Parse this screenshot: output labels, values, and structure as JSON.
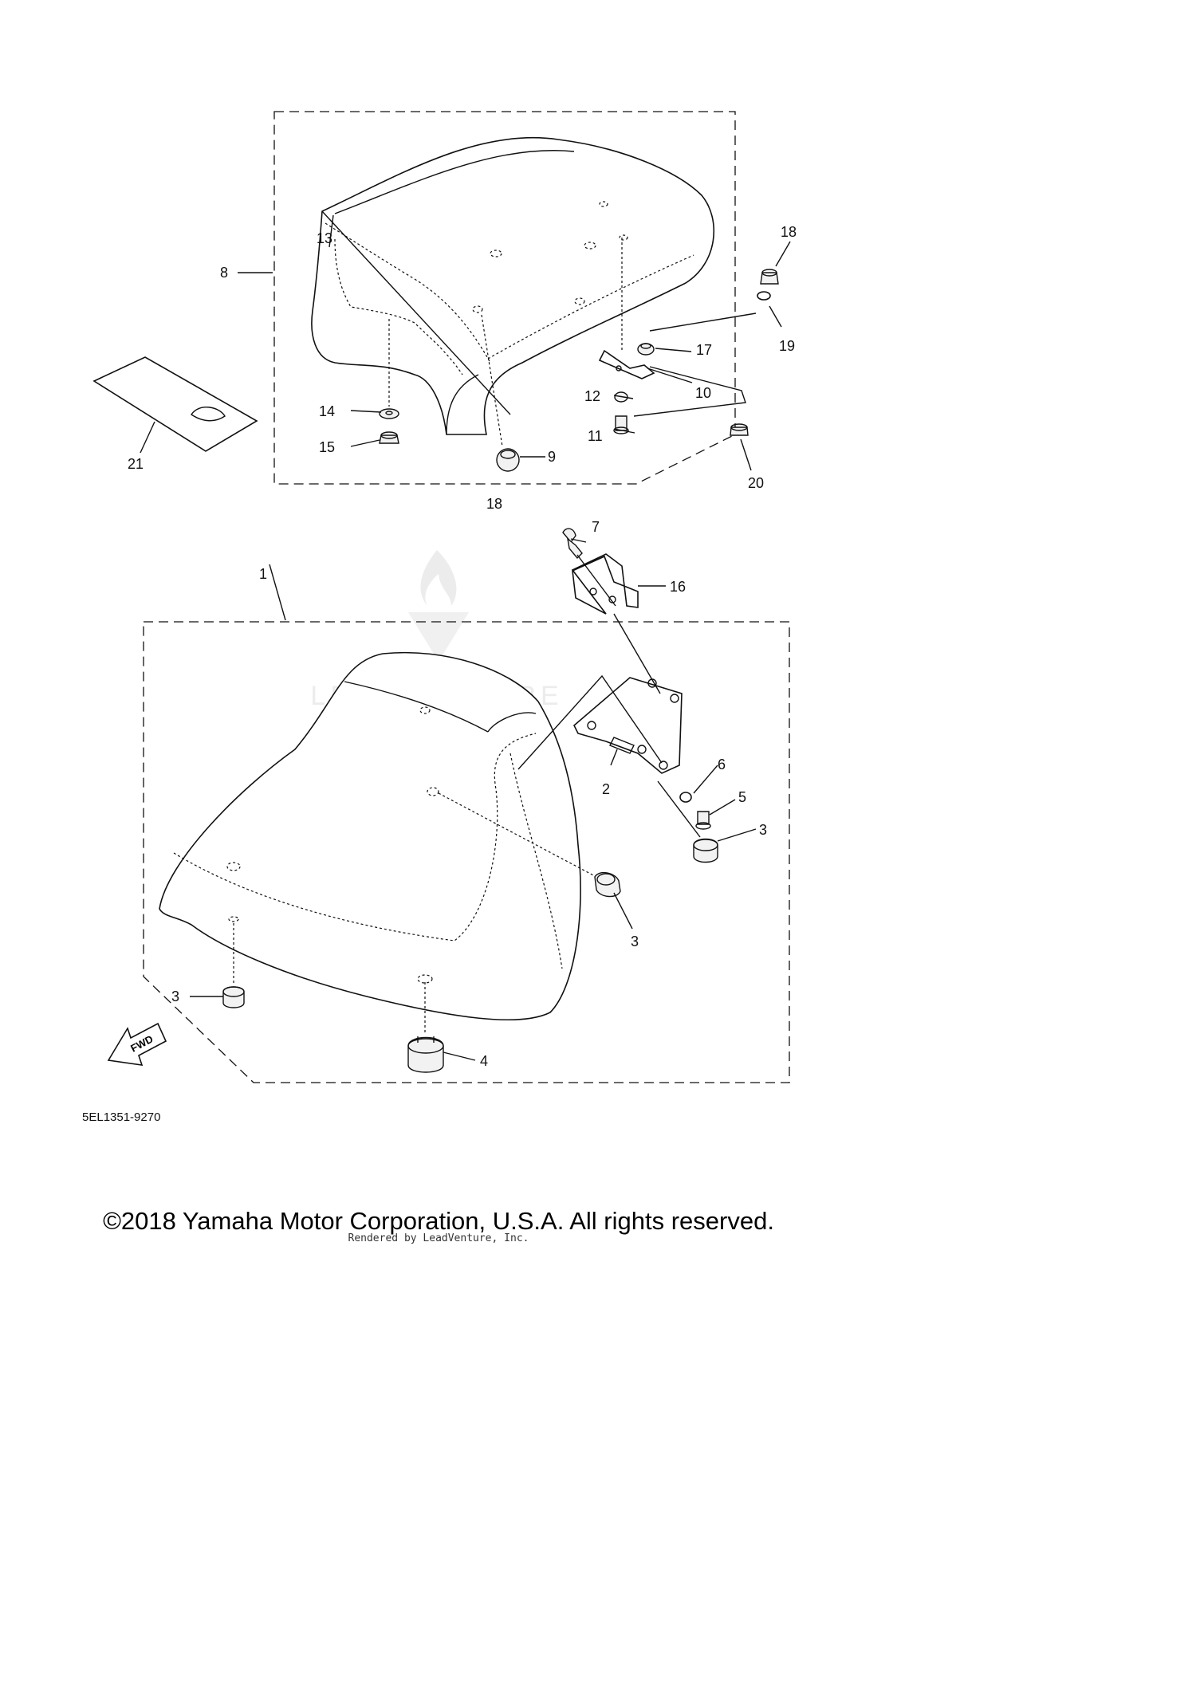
{
  "callouts": [
    {
      "id": "1",
      "text": "1"
    },
    {
      "id": "2",
      "text": "2"
    },
    {
      "id": "3a",
      "text": "3"
    },
    {
      "id": "3b",
      "text": "3"
    },
    {
      "id": "3c",
      "text": "3"
    },
    {
      "id": "4",
      "text": "4"
    },
    {
      "id": "5",
      "text": "5"
    },
    {
      "id": "6",
      "text": "6"
    },
    {
      "id": "7",
      "text": "7"
    },
    {
      "id": "8",
      "text": "8"
    },
    {
      "id": "9",
      "text": "9"
    },
    {
      "id": "10",
      "text": "10"
    },
    {
      "id": "11",
      "text": "11"
    },
    {
      "id": "12",
      "text": "12"
    },
    {
      "id": "13",
      "text": "13"
    },
    {
      "id": "14",
      "text": "14"
    },
    {
      "id": "15",
      "text": "15"
    },
    {
      "id": "16",
      "text": "16"
    },
    {
      "id": "17",
      "text": "17"
    },
    {
      "id": "18a",
      "text": "18"
    },
    {
      "id": "18b",
      "text": "18"
    },
    {
      "id": "19",
      "text": "19"
    },
    {
      "id": "20",
      "text": "20"
    },
    {
      "id": "21",
      "text": "21"
    }
  ],
  "fwd_label": "FWD",
  "diagram_code": "5EL1351-9270",
  "watermark": "LEADVENTURE",
  "copyright": "©2018 Yamaha Motor Corporation, U.S.A. All rights reserved.",
  "rendered_by": "Rendered by LeadVenture, Inc."
}
